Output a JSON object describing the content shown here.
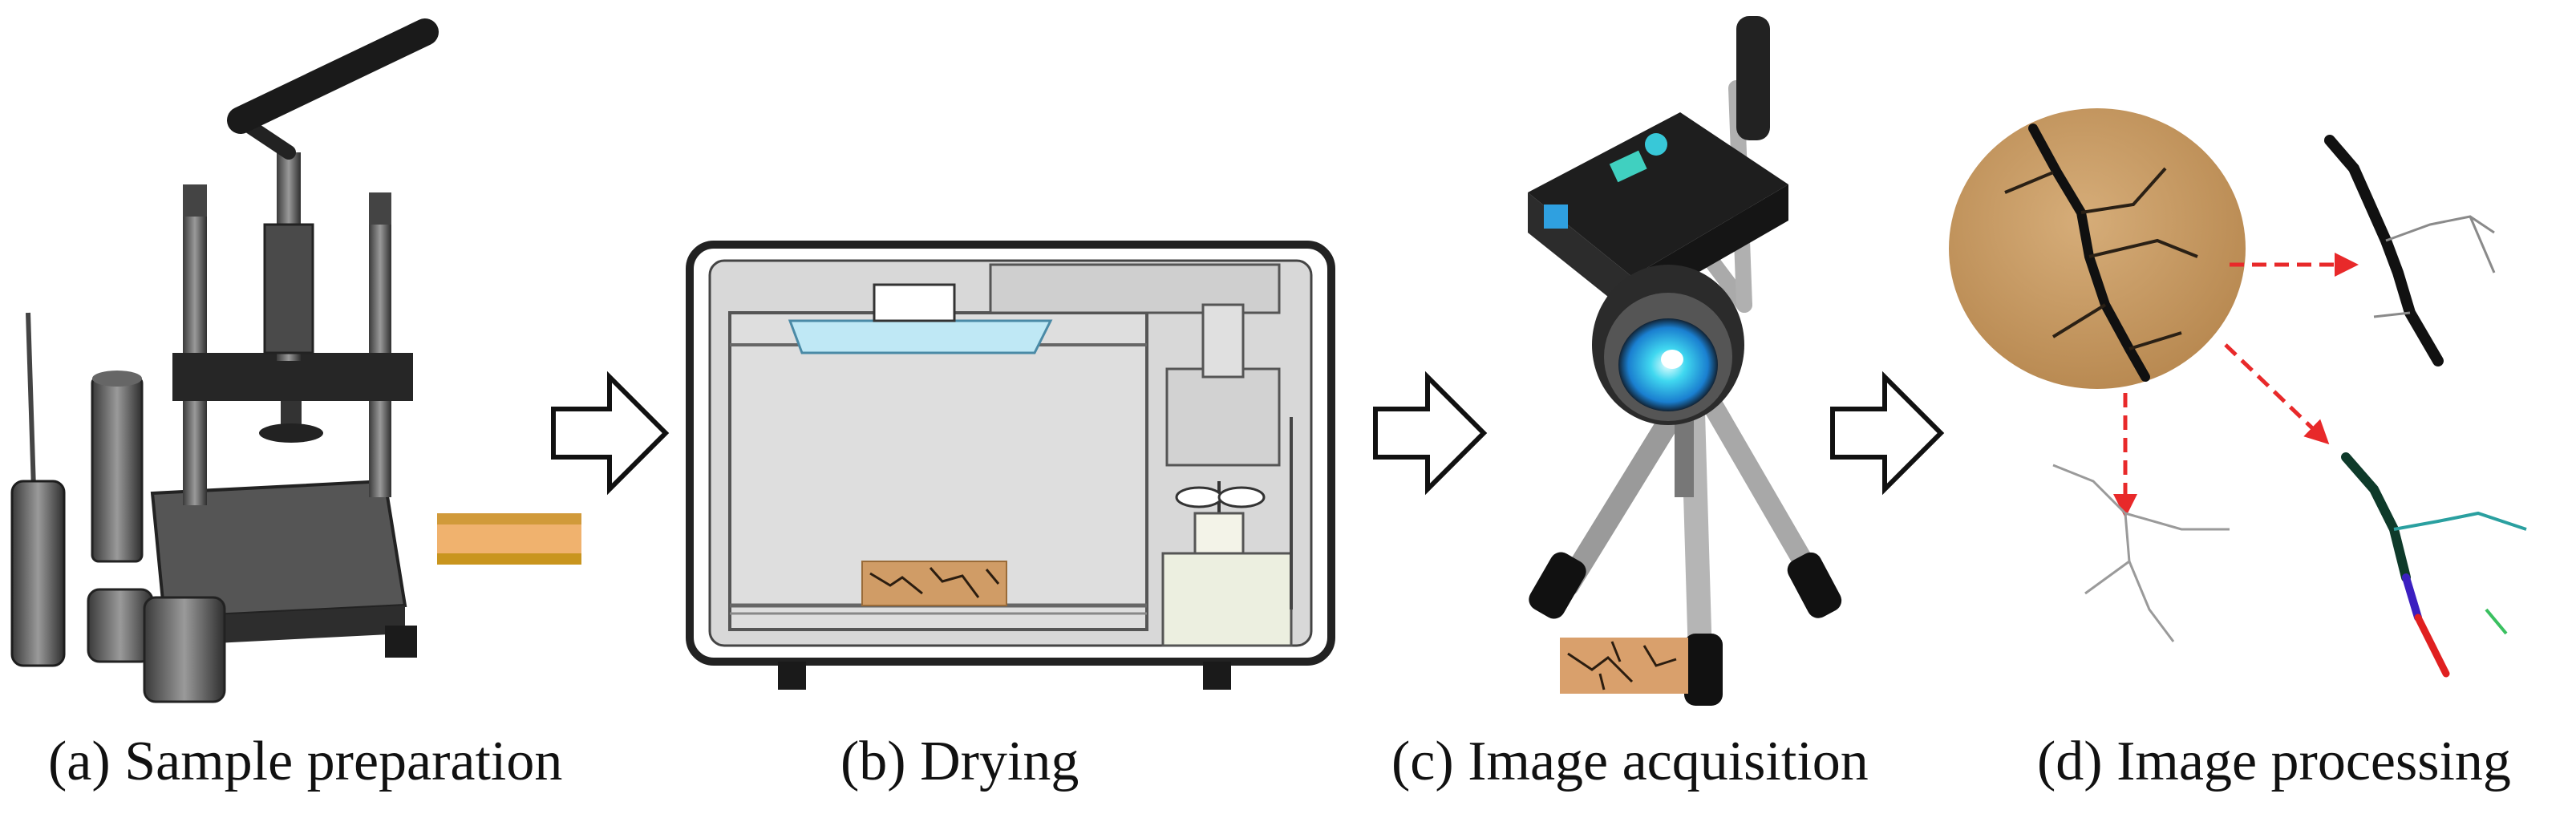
{
  "steps": [
    {
      "id": "a",
      "caption": "(a) Sample preparation"
    },
    {
      "id": "b",
      "caption": "(b) Drying"
    },
    {
      "id": "c",
      "caption": "(c) Image acquisition"
    },
    {
      "id": "d",
      "caption": "(d) Image processing"
    }
  ],
  "colors": {
    "soil": "#c89a63",
    "crack": "#141414",
    "arrow_outline": "#111111",
    "processing_arrow": "#e8292a",
    "oven_body": "#d9d9d9",
    "camera_lens": "#28c8e8"
  },
  "icons": [
    "compaction-press-icon",
    "drying-oven-icon",
    "camera-tripod-icon",
    "soil-sample-crack-icon"
  ]
}
